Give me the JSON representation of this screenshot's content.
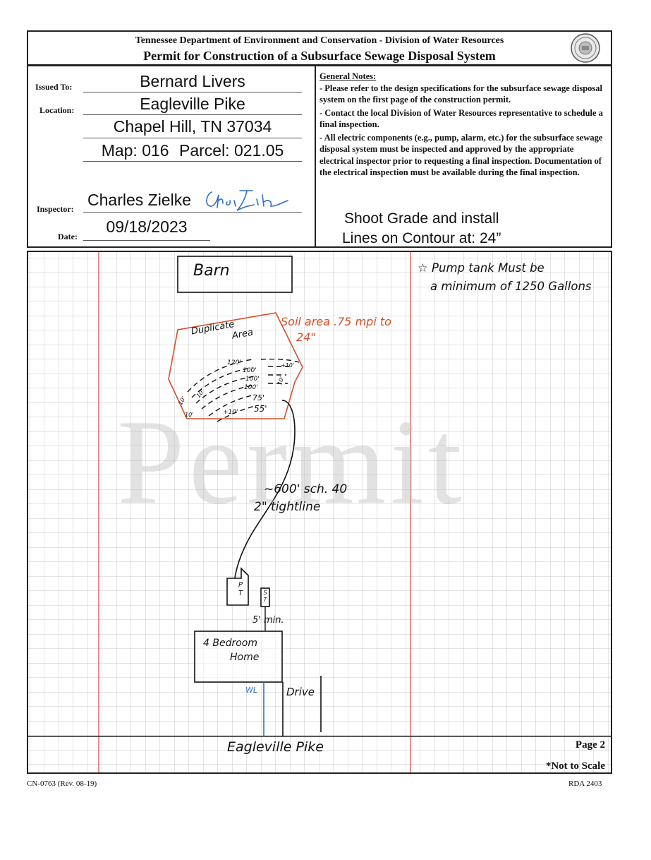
{
  "header": {
    "agency": "Tennessee Department of Environment and Conservation - Division of Water Resources",
    "title": "Permit for Construction of a Subsurface Sewage Disposal System"
  },
  "fields": {
    "issued_to_label": "Issued To:",
    "issued_to": "Bernard Livers",
    "location_label": "Location:",
    "location_line1": "Eagleville Pike",
    "location_line2": "Chapel Hill, TN 37034",
    "map": "Map: 016",
    "parcel": "Parcel: 021.05",
    "inspector_label": "Inspector:",
    "inspector": "Charles Zielke",
    "date_label": "Date:",
    "date": "09/18/2023"
  },
  "notes": {
    "heading": "General Notes:",
    "items": [
      "- Please refer to the design specifications for the subsurface sewage disposal system on the first page of the construction permit.",
      "- Contact the local Division of Water Resources representative to schedule a final inspection.",
      "- All electric components (e.g., pump, alarm, etc.) for the subsurface sewage disposal system must be inspected and approved by the appropriate electrical inspector prior to requesting a final inspection. Documentation of the electrical inspection must be available during the final inspection."
    ],
    "instruction_line1": "Shoot Grade and install",
    "instruction_line2": "Lines on Contour at: 24”"
  },
  "sketch": {
    "barn": "Barn",
    "pump_note_line1": "☆ Pump tank Must be",
    "pump_note_line2": "a minimum of 1250 Gallons",
    "duplicate_area_line1": "Duplicate",
    "duplicate_area_line2": "Area",
    "soil_area_line1": "Soil area .75 mpi to",
    "soil_area_line2": "24\"",
    "contour_labels": [
      "120'",
      "100'",
      "100'",
      "100'",
      "75'",
      "55'"
    ],
    "corner_labels": [
      "+10'",
      "10'",
      "10'",
      "10'",
      "10'",
      "+10'"
    ],
    "tightline_line1": "~600' sch. 40",
    "tightline_line2": "2\" tightline",
    "pump_tank": "P T",
    "septic_tank": "S T",
    "setback": "5' min.",
    "home_line1": "4 Bedroom",
    "home_line2": "Home",
    "water_line": "WL",
    "drive": "Drive",
    "road": "Eagleville Pike"
  },
  "footer": {
    "page": "Page 2",
    "not_to_scale": "*Not to Scale",
    "form_id": "CN-0763 (Rev. 08-19)",
    "rda": "RDA 2403"
  },
  "watermark": "Permit",
  "colors": {
    "ink": "#111111",
    "red_ink": "#d4502a",
    "blue_ink": "#2f6fc4",
    "grid": "#c9c9c9",
    "red_margin": "#e05050"
  }
}
